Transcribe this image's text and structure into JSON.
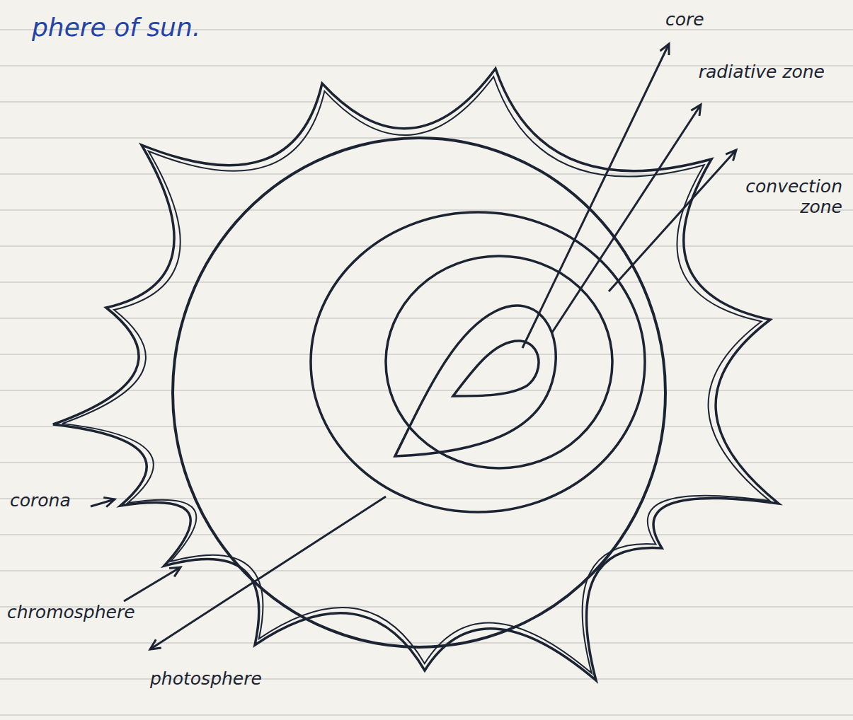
{
  "diagram": {
    "title": "phere of sun.",
    "labels": [
      "core",
      "radiative zone",
      "convection zone",
      "corona",
      "chromosphere",
      "photosphere"
    ]
  }
}
